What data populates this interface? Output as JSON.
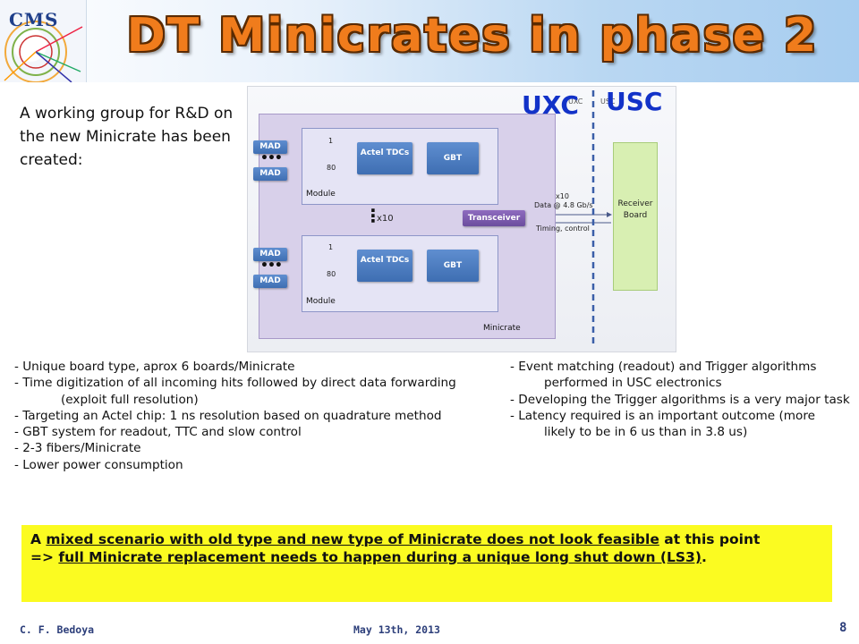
{
  "header": {
    "title": "DT Minicrates in phase 2",
    "logo_text": "CMS"
  },
  "intro": {
    "text": "A working group for R&D on the new Minicrate has been created:"
  },
  "diagram": {
    "uxc_label": "UXC",
    "usc_label": "USC",
    "uxc_small": "UXC",
    "usc_small": "USC",
    "mad_label": "MAD",
    "actel_label": "Actel TDCs",
    "gbt_label": "GBT",
    "module_label": "Module",
    "minicrate_label": "Minicrate",
    "transceiver_label": "Transceiver",
    "receiver_label": "Receiver Board",
    "x10_modules": "x10",
    "link_x10": "x10",
    "link_data": "Data @ 4.8 Gb/s",
    "link_timing": "Timing, control",
    "ch_first": "1",
    "ch_last": "80",
    "ellipsis": "•••",
    "vdots": "⋮"
  },
  "bullets_left": [
    "- Unique board type, aprox 6 boards/Minicrate",
    "- Time digitization of all incoming hits followed by direct data forwarding (exploit full resolution)",
    "- Targeting an Actel chip: 1 ns resolution based on quadrature method",
    "- GBT system for readout, TTC and slow control",
    "- 2-3 fibers/Minicrate",
    "- Lower power consumption"
  ],
  "bullets_right": [
    "- Event matching (readout) and Trigger algorithms performed in USC electronics",
    "- Developing the Trigger algorithms is a very major task",
    "- Latency required is an important outcome (more likely to be in 6 us than in 3.8 us)"
  ],
  "conclusion": {
    "line1_prefix": "A ",
    "line1_underlined": "mixed scenario with old type and new type of Minicrate does not look feasible",
    "line1_suffix": " at this point",
    "line2_prefix": "=> ",
    "line2_underlined": "full Minicrate replacement needs to happen during a unique long shut down (LS3)",
    "line2_suffix": "."
  },
  "footer": {
    "author": "C. F. Bedoya",
    "date": "May 13th, 2013",
    "page": "8"
  },
  "colors": {
    "title": "#f07c1c",
    "uxc_usc": "#1232c8",
    "conclusion_bg": "#fbfb21",
    "footer": "#2c3e7a"
  }
}
